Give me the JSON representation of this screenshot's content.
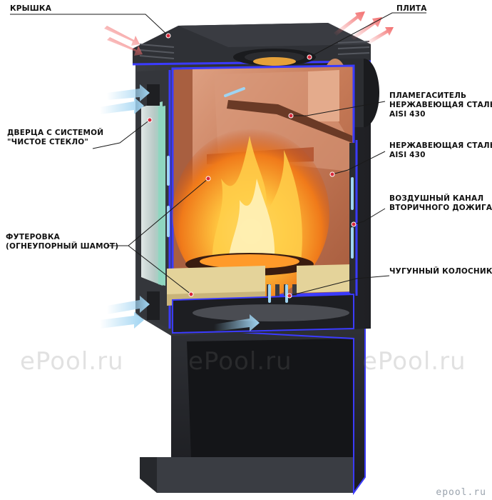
{
  "labels": {
    "lid": "КРЫШКА",
    "hob": "ПЛИТА",
    "baffle_line1": "ПЛАМЕГАСИТЕЛЬ",
    "baffle_line2": "НЕРЖАВЕЮЩАЯ СТАЛЬ",
    "baffle_line3": "AISI 430",
    "steel_line1": "НЕРЖАВЕЮЩАЯ СТАЛЬ",
    "steel_line2": "AISI 430",
    "door_line1": "ДВЕРЦА С СИСТЕМОЙ",
    "door_line2": "\"ЧИСТОЕ СТЕКЛО\"",
    "airchannel_line1": "ВОЗДУШНЫЙ КАНАЛ",
    "airchannel_line2": "ВТОРИЧНОГО ДОЖИГА",
    "lining_line1": "ФУТЕРОВКА",
    "lining_line2": "(ОГНЕУПОРНЫЙ ШАМОТ)",
    "grate": "ЧУГУННЫЙ КОЛОСНИК"
  },
  "watermarks": [
    "ePool.ru",
    "ePool.ru",
    "ePool.ru"
  ],
  "watermark_small": "epool.ru",
  "colors": {
    "stove_body": "#2b2d31",
    "edge_blue": "#3b3bff",
    "firebox_brick": "#c47a5a",
    "fire": "#ffb020",
    "air_flow": "#9fd4f2",
    "hot_flow": "#f26d6d",
    "glass": "#8fd6c0"
  }
}
